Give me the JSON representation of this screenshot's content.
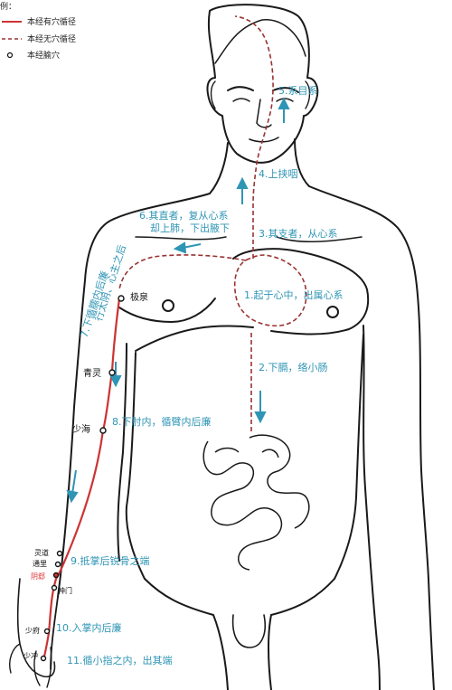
{
  "legend": {
    "title": "例：",
    "items": [
      {
        "label": "本经有穴循径"
      },
      {
        "label": "本经无穴循径"
      },
      {
        "label": "本经腧穴"
      }
    ]
  },
  "colors": {
    "meridian": "#cc3333",
    "step_text": "#2f95b5",
    "arrow": "#2f95b5",
    "outline": "#1a1a1a"
  },
  "steps": {
    "s1": "1.起于心中，出属心系",
    "s2": "2.下膈，络小肠",
    "s3": "3.其支者，从心系",
    "s4": "4.上挟咽",
    "s5": "5.系目系",
    "s6a": "6.其直者，复从心系",
    "s6b": "却上肺，下出腋下",
    "s7a": "7.下循臑内后廉",
    "s7b": "行太阴、心主之后",
    "s8": "8.下肘内，循臂内后廉",
    "s9": "9.抵掌后锐骨之端",
    "s10": "10.入掌内后廉",
    "s11": "11.循小指之内，出其端"
  },
  "acupoints": {
    "jiquan": "极泉",
    "qingling": "青灵",
    "shaohai": "少海",
    "lingdao": "灵道",
    "tongli": "通里",
    "yinxi": "阴郄",
    "shenmen": "神门",
    "shaofu": "少府",
    "shaochong": "少冲"
  }
}
